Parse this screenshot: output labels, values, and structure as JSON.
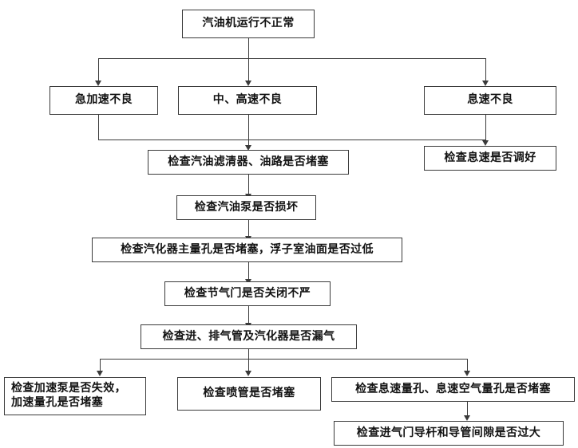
{
  "diagram": {
    "type": "flowchart",
    "title": "汽油机运行不正常",
    "orientation": "top-down",
    "background_color": "#ffffff",
    "line_color": "#3a3a3a",
    "text_color": "#121212",
    "nodes": {
      "root": "汽油机运行不正常",
      "symptom_accel": "急加速不良",
      "symptom_midhigh": "中、高速不良",
      "symptom_idle": "息速不良",
      "check_filter_line": "检查汽油滤清器、油路是否堵塞",
      "check_idle_adjust": "检查息速是否调好",
      "check_fuel_pump": "检查汽油泵是否损坏",
      "check_carb_main_jet": "检查汽化器主量孔是否堵塞，浮子室油面是否过低",
      "check_throttle": "检查节气门是否关闭不严",
      "check_manifold_leak": "检查进、排气管及汽化器是否漏气",
      "check_accel_pump": "检查加速泵是否失效，\n加速量孔是否堵塞",
      "check_nozzle": "检查喷管是否堵塞",
      "check_idle_jets": "检查息速量孔、息速空气量孔是否堵塞",
      "check_valve_guide": "检查进气门导杆和导管间隙是否过大"
    }
  }
}
